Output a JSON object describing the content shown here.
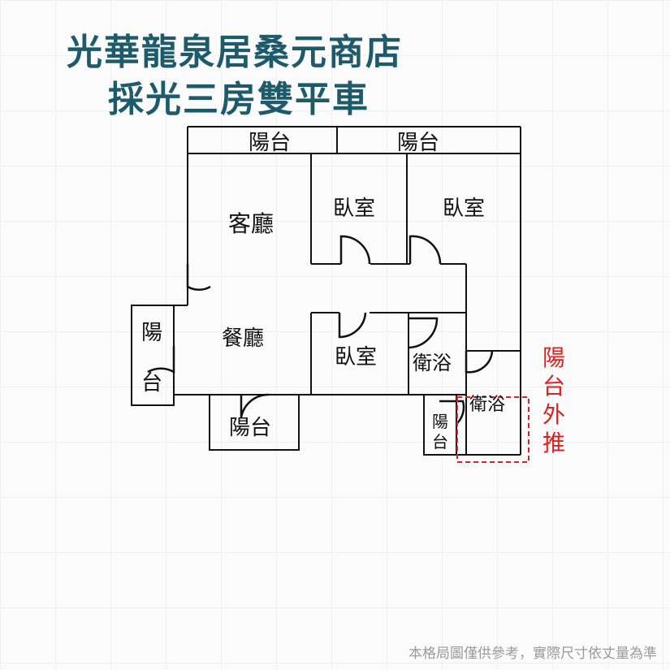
{
  "title": {
    "line1": "光華龍泉居桑元商店",
    "line2": "採光三房雙平車"
  },
  "rooms": {
    "balcony_top_left": "陽台",
    "balcony_top_right": "陽台",
    "living_room": "客廳",
    "bedroom_1": "臥室",
    "bedroom_2": "臥室",
    "dining_room": "餐廳",
    "bedroom_3": "臥室",
    "bathroom_1": "衛浴",
    "bathroom_2": "衛浴",
    "balcony_left_top": "陽",
    "balcony_left_bottom": "台",
    "balcony_bottom": "陽台",
    "balcony_small_top": "陽",
    "balcony_small_bottom": "台"
  },
  "annotation": {
    "chars": [
      "陽",
      "台",
      "外",
      "推"
    ],
    "color": "#e02020"
  },
  "colors": {
    "title": "#1d5b6b",
    "walls": "#111111",
    "note": "#9a9a9a"
  },
  "disclaimer": "本格局圖僅供參考，實際尺寸依丈量為準"
}
